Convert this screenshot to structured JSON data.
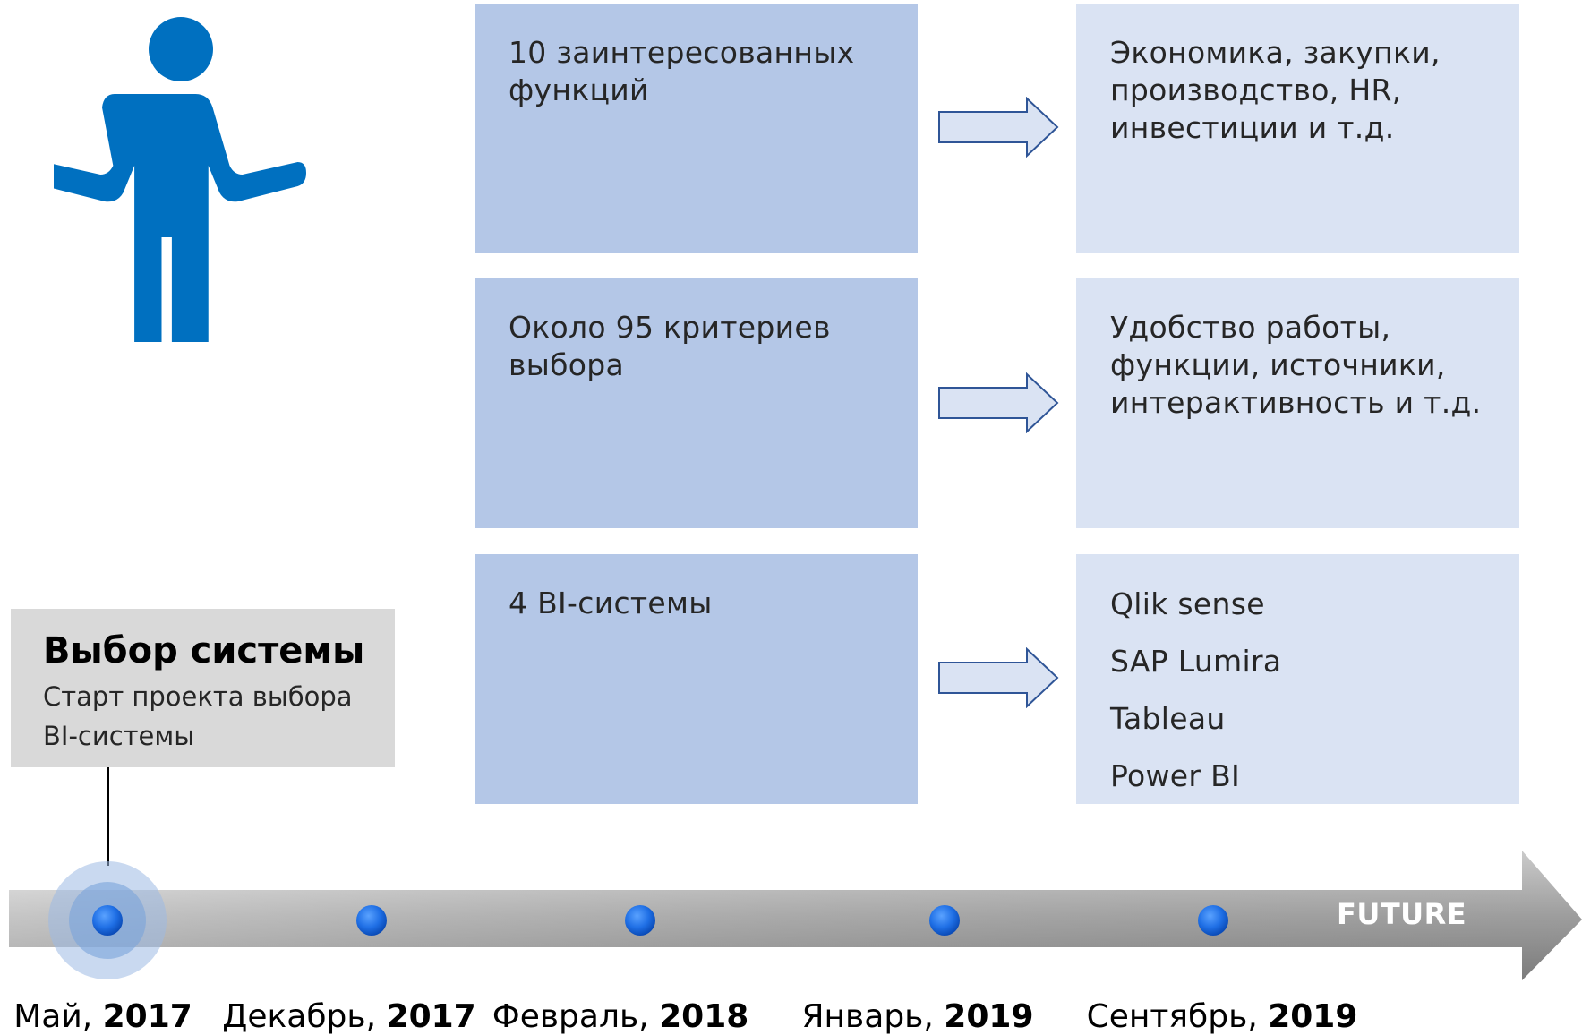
{
  "rows": [
    {
      "left": [
        "10 заинтересованных",
        "функций"
      ],
      "right": [
        "Экономика, закупки,",
        "производство, HR,",
        "инвестиции и т.д."
      ]
    },
    {
      "left": [
        "Около 95 критериев",
        "выбора"
      ],
      "right": [
        "Удобство работы,",
        "функции, источники,",
        "интерактивность и т.д."
      ]
    },
    {
      "left": [
        "4 BI-системы"
      ],
      "right": [
        "Qlik sense",
        "SAP Lumira",
        "Tableau",
        "Power BI"
      ]
    }
  ],
  "callout": {
    "title": "Выбор системы",
    "text_line1": "Старт проекта выбора",
    "text_line2": "BI-системы"
  },
  "timeline": {
    "future_label": "FUTURE",
    "milestones": [
      {
        "month": "Май, ",
        "year": "2017"
      },
      {
        "month": "Декабрь, ",
        "year": "2017"
      },
      {
        "month": "Февраль, ",
        "year": "2018"
      },
      {
        "month": "Январь, ",
        "year": "2019"
      },
      {
        "month": "Сентябрь, ",
        "year": "2019"
      }
    ]
  },
  "colors": {
    "person": "#0070c0",
    "left_box": "#b4c7e7",
    "right_box": "#dae3f3",
    "arrow_fill": "#dae3f3",
    "arrow_stroke": "#2f5597",
    "dot": "#1f6fe5",
    "callout_bg": "#d9d9d9"
  },
  "icons": {
    "person": "person-shrug-icon",
    "arrow": "right-arrow-icon"
  }
}
